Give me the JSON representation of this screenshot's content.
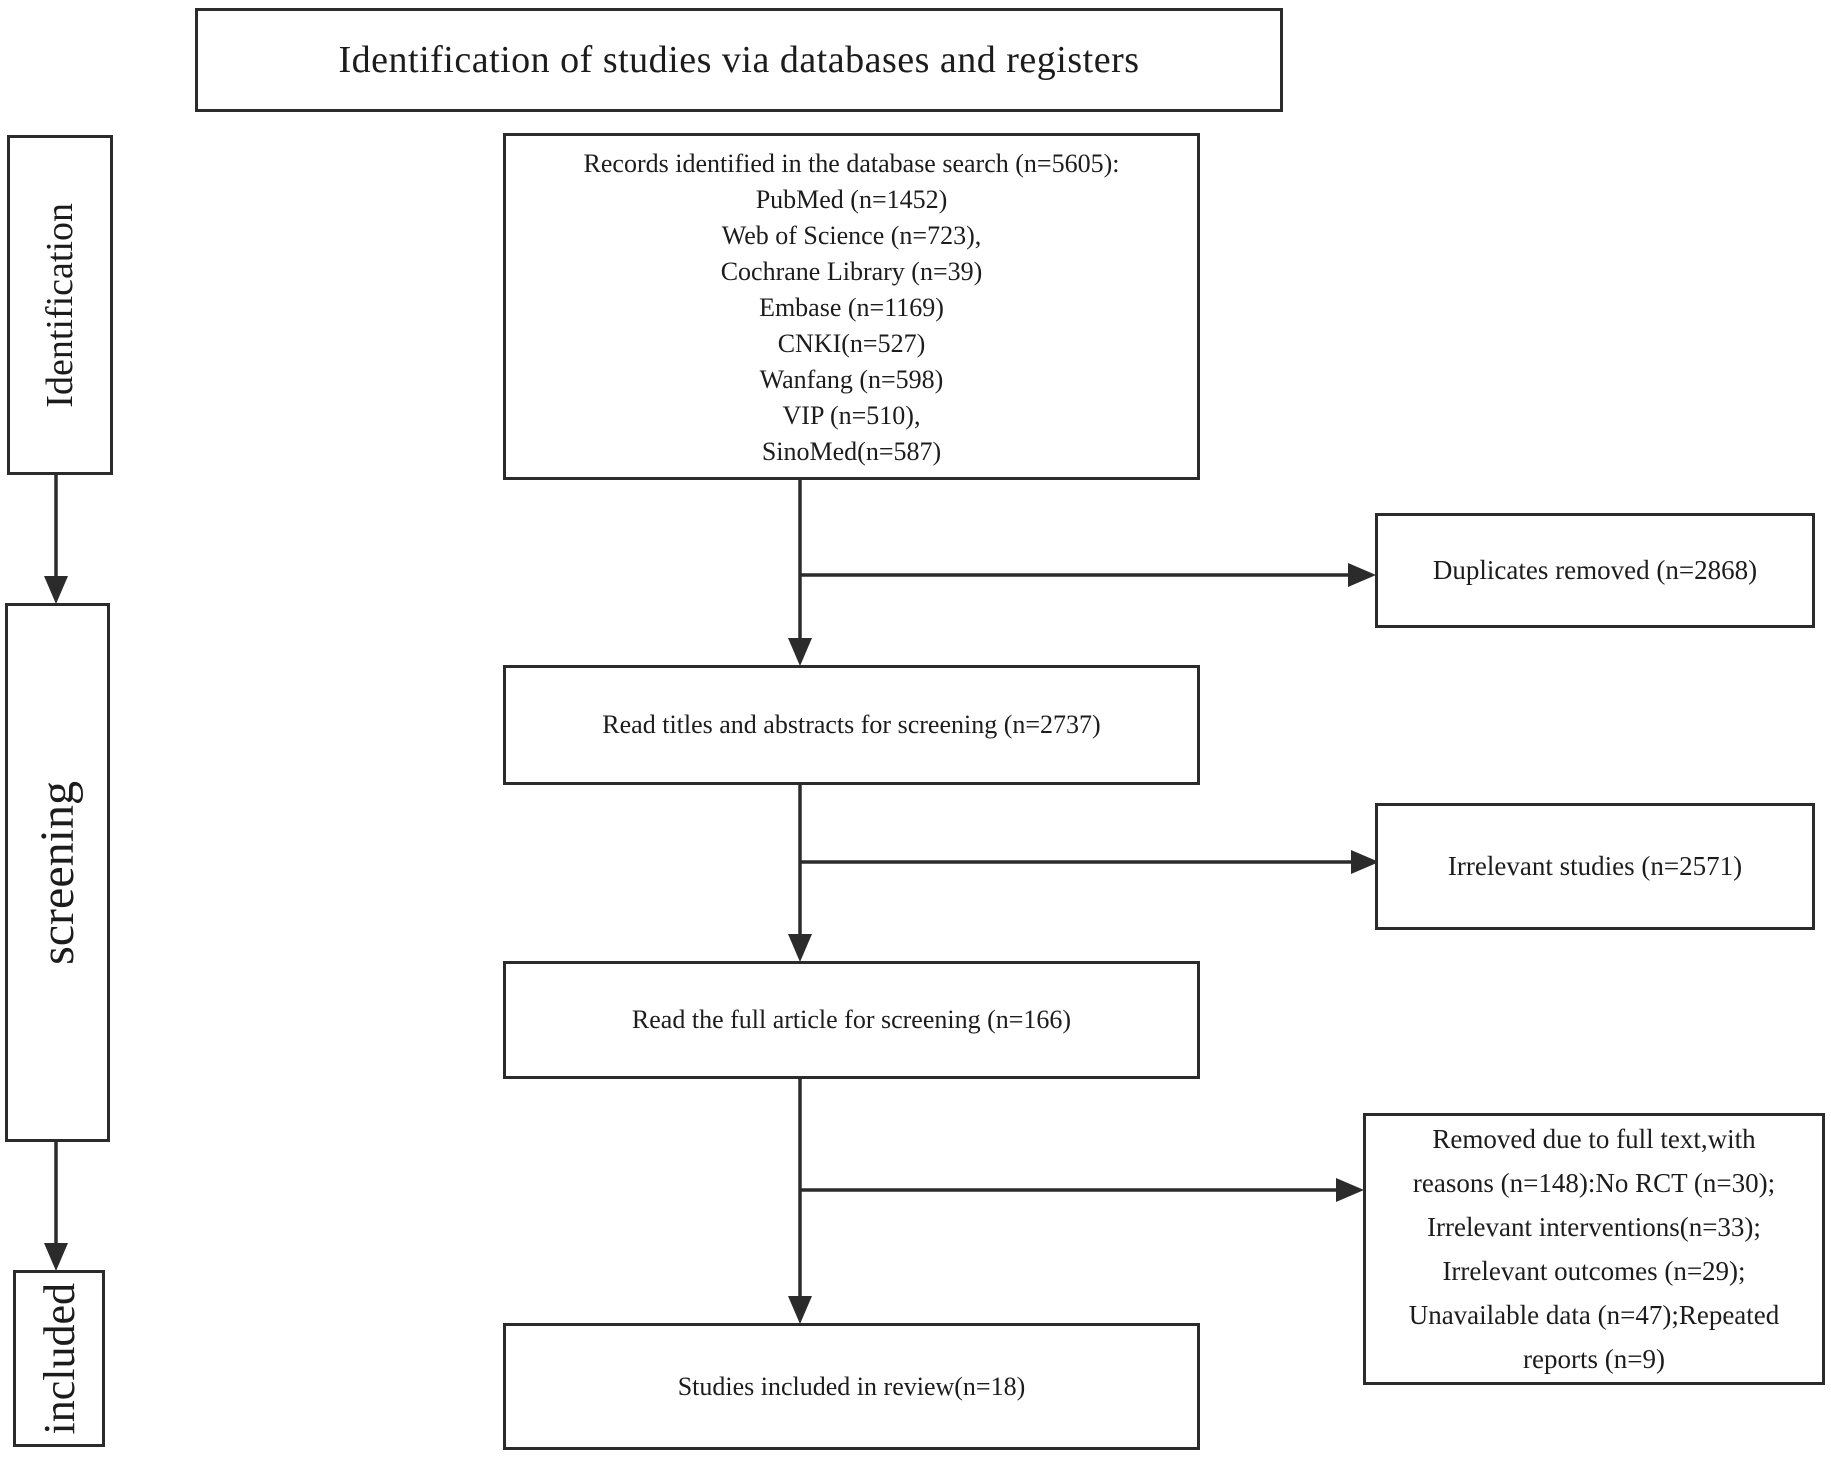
{
  "title": "Identification of studies via databases and registers",
  "sidebar": {
    "identification": "Identification",
    "screening": "screening",
    "included": "included"
  },
  "boxes": {
    "records": {
      "lines": [
        "Records identified in the database search (n=5605):",
        "PubMed (n=1452)",
        "Web of Science (n=723),",
        "Cochrane Library (n=39)",
        "Embase (n=1169)",
        "CNKI(n=527)",
        "Wanfang (n=598)",
        "VIP (n=510),",
        "SinoMed(n=587)"
      ]
    },
    "read_titles": "Read titles and abstracts for screening (n=2737)",
    "duplicates": "Duplicates removed (n=2868)",
    "read_full": "Read the full article for screening (n=166)",
    "irrelevant": "Irrelevant studies (n=2571)",
    "removed": {
      "lines": [
        "Removed due to full text,with",
        "reasons (n=148):No RCT (n=30);",
        "Irrelevant interventions(n=33);",
        "Irrelevant outcomes (n=29);",
        "Unavailable data (n=47);Repeated",
        "reports (n=9)"
      ]
    },
    "included_studies": "Studies included in review(n=18)"
  },
  "colors": {
    "line": "#2b2b2b",
    "text": "#1c1c1c",
    "background": "#ffffff"
  }
}
